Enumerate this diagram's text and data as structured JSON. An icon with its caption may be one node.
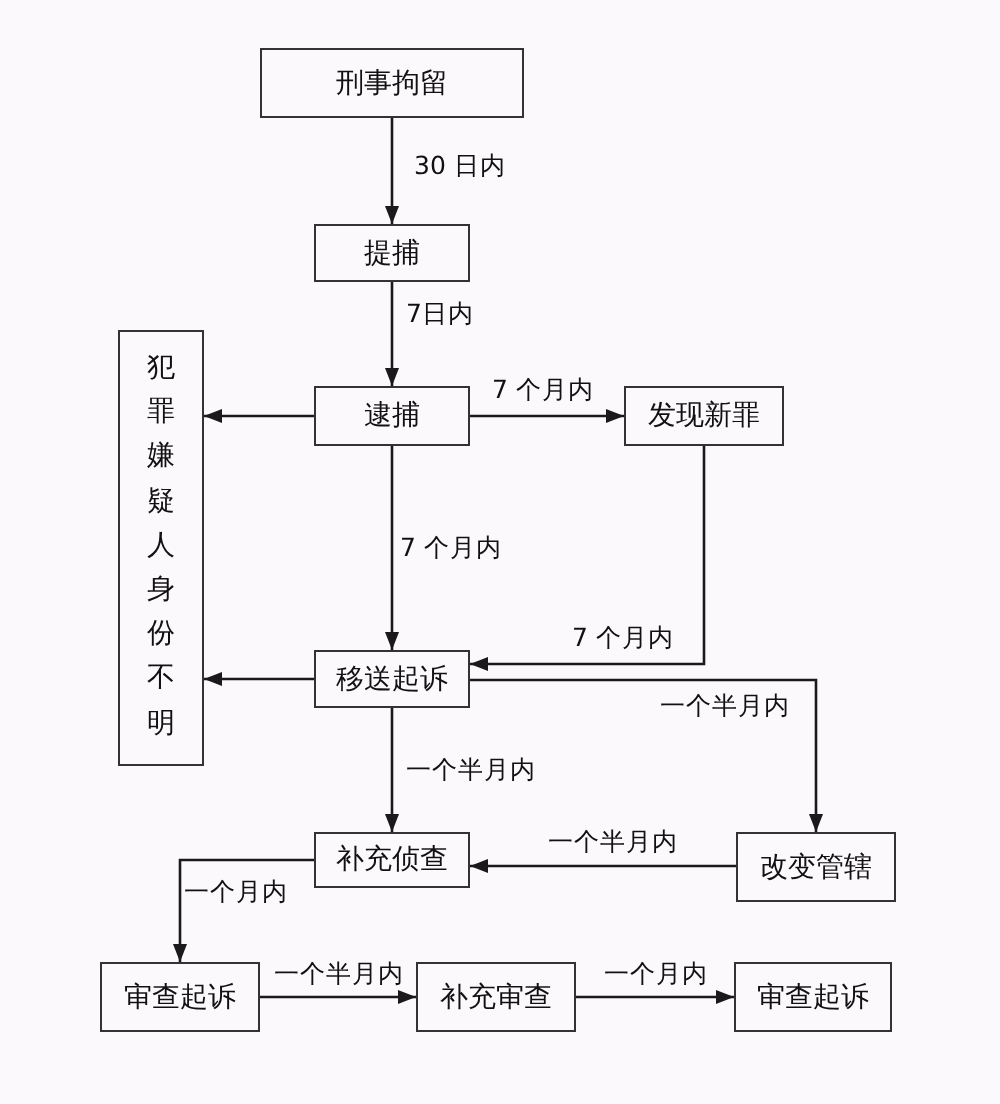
{
  "diagram": {
    "nodes": [
      {
        "text": [
          "刑事拘留"
        ]
      },
      {
        "text": [
          "提捕"
        ]
      },
      {
        "text": [
          "犯罪嫌疑人身份不明"
        ]
      },
      {
        "text": [
          "逮捕"
        ]
      },
      {
        "text": [
          "发现新罪"
        ]
      },
      {
        "text": [
          "移送起诉"
        ]
      },
      {
        "text": [
          "补充侦查"
        ]
      },
      {
        "text": [
          "改变管辖"
        ]
      },
      {
        "text": [
          "审查起诉"
        ]
      },
      {
        "text": [
          "补充审查"
        ]
      },
      {
        "text": [
          "审查起诉"
        ]
      }
    ],
    "edges": [
      {
        "from": 0,
        "to": 1,
        "arrow": "to",
        "label": "30 日内"
      },
      {
        "from": 1,
        "to": 3,
        "arrow": "to",
        "label": "7日内"
      },
      {
        "from": 3,
        "to": 2,
        "arrow": "to"
      },
      {
        "from": 3,
        "to": 4,
        "arrow": "to",
        "label": "7 个月内"
      },
      {
        "from": 3,
        "to": 5,
        "arrow": "to",
        "label": "7 个月内"
      },
      {
        "from": 4,
        "to": 5,
        "arrow": "to",
        "label": "7 个月内"
      },
      {
        "from": 5,
        "to": 2,
        "arrow": "to"
      },
      {
        "from": 5,
        "to": 7,
        "arrow": "to",
        "label": "一个半月内"
      },
      {
        "from": 5,
        "to": 6,
        "arrow": "to",
        "label": "一个半月内"
      },
      {
        "from": 7,
        "to": 6,
        "arrow": "to",
        "label": "一个半月内"
      },
      {
        "from": 6,
        "to": 8,
        "arrow": "to",
        "label": "一个月内"
      },
      {
        "from": 8,
        "to": 9,
        "arrow": "to",
        "label": "一个半月内"
      },
      {
        "from": 9,
        "to": 10,
        "arrow": "to",
        "label": "一个月内"
      }
    ]
  }
}
